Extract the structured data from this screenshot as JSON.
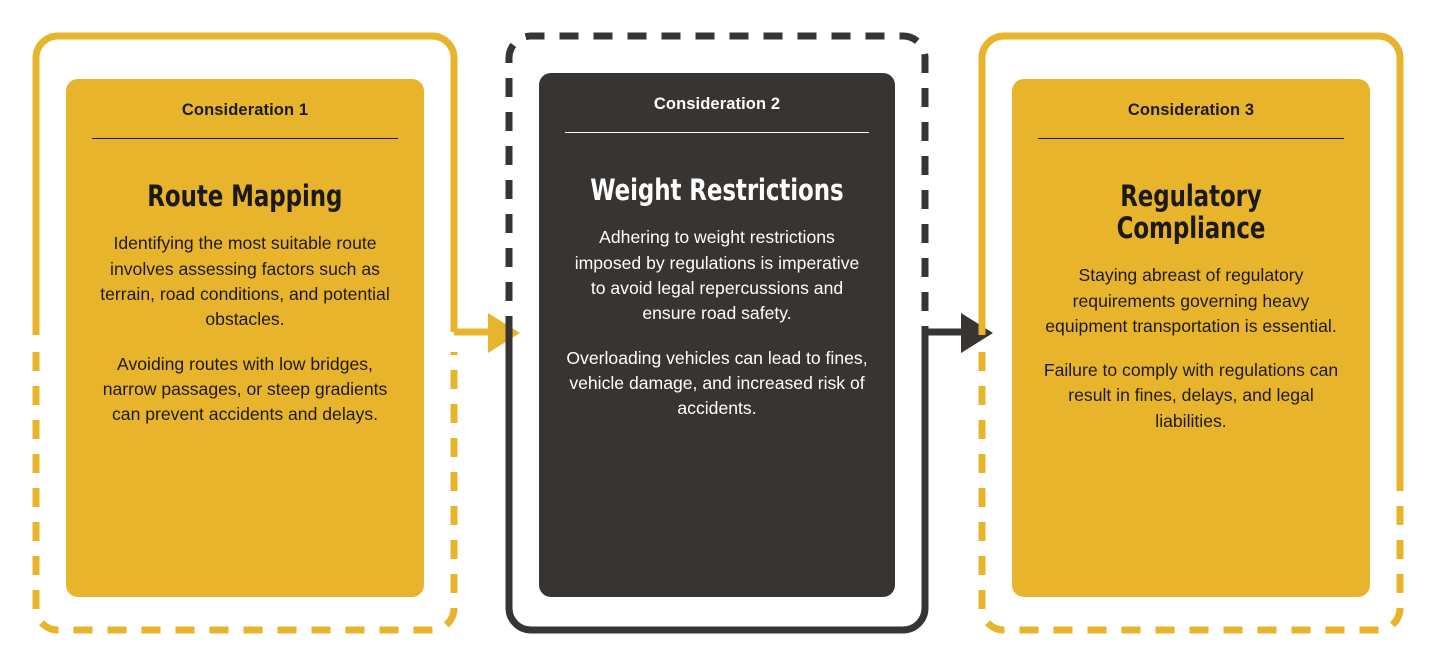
{
  "palette": {
    "accent_yellow": "#E8B42B",
    "dark": "#373432",
    "white": "#FFFFFF",
    "text_dark": "#1C1A18"
  },
  "cards": [
    {
      "eyebrow": "Consideration 1",
      "title": "Route Mapping",
      "paragraphs": [
        "Identifying the most suitable route involves assessing factors such as terrain, road conditions, and potential obstacles.",
        "Avoiding routes with low bridges, narrow passages, or steep gradients can prevent accidents and delays."
      ],
      "theme": "yellow"
    },
    {
      "eyebrow": "Consideration 2",
      "title": "Weight Restrictions",
      "paragraphs": [
        "Adhering to weight restrictions imposed by regulations is imperative to avoid legal repercussions and ensure road safety.",
        "Overloading vehicles can lead to fines, vehicle damage, and increased risk of accidents."
      ],
      "theme": "dark"
    },
    {
      "eyebrow": "Consideration 3",
      "title": "Regulatory Compliance",
      "paragraphs": [
        "Staying abreast of regulatory requirements governing heavy equipment transportation is essential.",
        "Failure to comply with regulations can result in fines, delays, and legal liabilities."
      ],
      "theme": "yellow"
    }
  ],
  "connectors": [
    {
      "name": "arrow-card1-to-card2",
      "color": "#E8B42B",
      "direction": "right"
    },
    {
      "name": "arrow-card2-to-card3",
      "color": "#373432",
      "direction": "right"
    }
  ],
  "frames": [
    {
      "name": "frame-1",
      "color": "#E8B42B",
      "top_style": "solid",
      "bottom_style": "dashed"
    },
    {
      "name": "frame-2",
      "color": "#373432",
      "top_style": "dashed",
      "bottom_style": "solid"
    },
    {
      "name": "frame-3",
      "color": "#E8B42B",
      "top_style": "solid",
      "bottom_style": "dashed"
    }
  ]
}
